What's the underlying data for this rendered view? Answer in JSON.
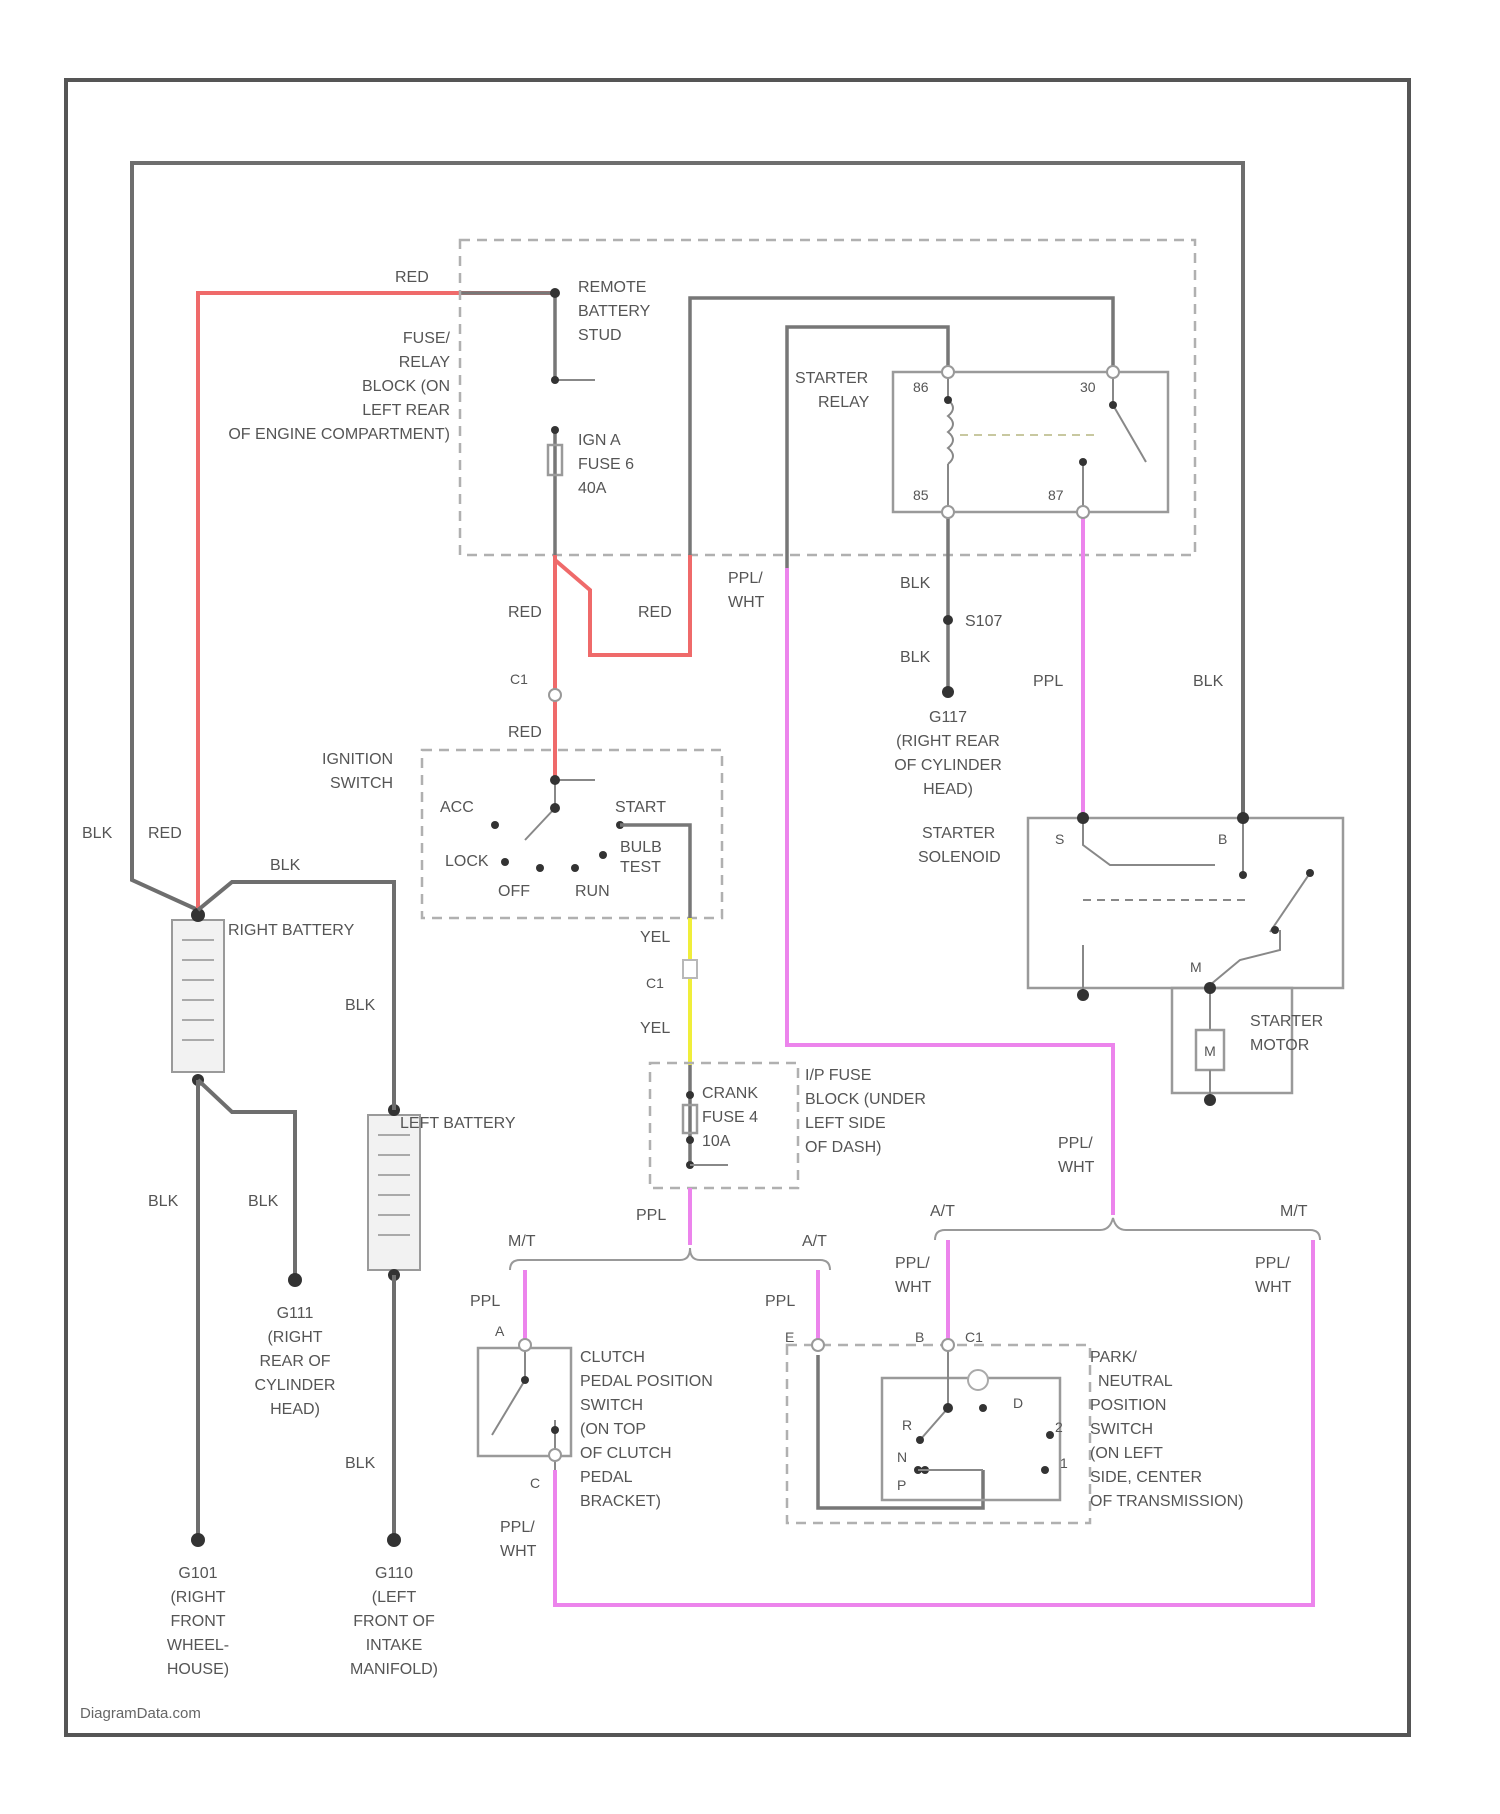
{
  "watermark": "DiagramData.com",
  "wire_colors": {
    "red": "#ef6a6a",
    "pink": "#ec84ec",
    "yellow": "#f0ee3a",
    "gray": "#777777"
  },
  "components": {
    "fuse_relay_block": [
      "FUSE/",
      "RELAY",
      "BLOCK (ON",
      "LEFT REAR",
      "OF ENGINE COMPARTMENT)"
    ],
    "remote_battery_stud": [
      "REMOTE",
      "BATTERY",
      "STUD"
    ],
    "fuse_6": [
      "IGN A",
      "FUSE 6",
      "40A"
    ],
    "starter_relay": [
      "STARTER",
      "RELAY"
    ],
    "relay_pins": [
      "30",
      "86",
      "85",
      "87"
    ],
    "ignition_switch": [
      "IGNITION",
      "SWITCH"
    ],
    "ignition_positions": [
      "ACC",
      "LOCK",
      "OFF",
      "RUN",
      "START",
      "BULB",
      "TEST"
    ],
    "right_battery": "RIGHT BATTERY",
    "left_battery": "LEFT BATTERY",
    "ip_fuse_block": [
      "I/P FUSE",
      "BLOCK (UNDER",
      "LEFT SIDE",
      "OF DASH)"
    ],
    "crank_fuse": [
      "CRANK",
      "FUSE 4",
      "10A"
    ],
    "starter_solenoid": [
      "STARTER",
      "SOLENOID"
    ],
    "solenoid_pins": [
      "S",
      "B",
      "M"
    ],
    "starter_motor": [
      "STARTER",
      "MOTOR"
    ],
    "motor_symbol": "M",
    "clutch_switch": [
      "CLUTCH",
      "PEDAL POSITION",
      "SWITCH",
      "(ON TOP",
      "OF CLUTCH",
      "PEDAL",
      "BRACKET)"
    ],
    "pnp_switch": [
      "PARK/",
      "NEUTRAL",
      "POSITION",
      "SWITCH",
      "(ON LEFT",
      "SIDE, CENTER",
      "OF TRANSMISSION)"
    ],
    "pnp_positions": [
      "R",
      "N",
      "P",
      "D",
      "2",
      "1"
    ],
    "connector_labels": [
      "C1",
      "C1",
      "C1",
      "A",
      "B",
      "C",
      "D",
      "E"
    ]
  },
  "grounds": {
    "g101": [
      "G101",
      "(RIGHT",
      "FRONT",
      "WHEEL-",
      "HOUSE)"
    ],
    "g111_right": [
      "G111",
      "(RIGHT",
      "REAR OF",
      "CYLINDER",
      "HEAD)"
    ],
    "g111_relay": [
      "G117",
      "(RIGHT REAR",
      "OF CYLINDER",
      "HEAD)"
    ],
    "g110": [
      "G110",
      "(LEFT",
      "FRONT OF",
      "INTAKE",
      "MANIFOLD)"
    ],
    "s107": "S107"
  },
  "wire_labels": {
    "red": "RED",
    "blk": "BLK",
    "yel": "YEL",
    "ppl": "PPL",
    "ppl_wht": [
      "PPL/",
      "WHT"
    ],
    "mt": "M/T",
    "at": "A/T"
  }
}
